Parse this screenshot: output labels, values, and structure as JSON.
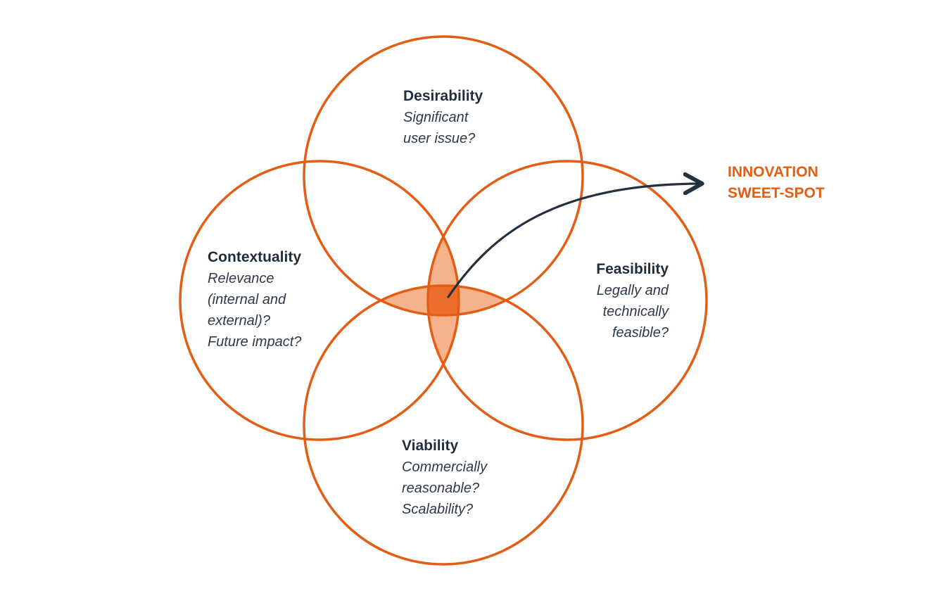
{
  "diagram": {
    "type": "venn",
    "colors": {
      "circle_stroke": "#e35d14",
      "overlap_light": "#f6b38b",
      "overlap_center": "#ea6d2c",
      "arrow": "#22303f",
      "text_dark": "#1f2d3d",
      "callout": "#e35d14"
    },
    "desirability": {
      "title": "Desirability",
      "lines": [
        "Significant",
        "user issue?"
      ]
    },
    "contextuality": {
      "title": "Contextuality",
      "lines": [
        "Relevance",
        "(internal and",
        "external)?",
        "Future impact?"
      ]
    },
    "feasibility": {
      "title": "Feasibility",
      "lines": [
        "Legally and",
        "technically",
        "feasible?"
      ]
    },
    "viability": {
      "title": "Viability",
      "lines": [
        "Commercially",
        "reasonable?",
        "Scalability?"
      ]
    },
    "callout": {
      "lines": [
        "INNOVATION",
        "SWEET-SPOT"
      ]
    }
  }
}
